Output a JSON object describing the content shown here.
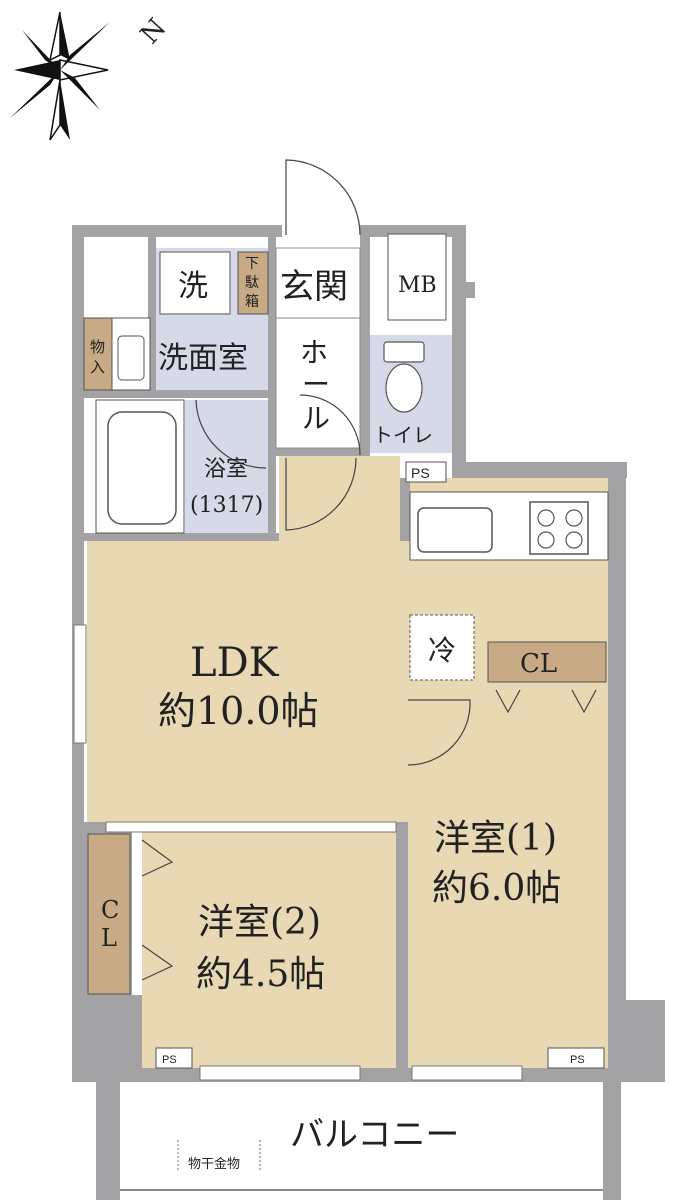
{
  "compass": {
    "label": "N"
  },
  "rooms": {
    "genkan": "玄関",
    "getabako": [
      "下",
      "駄",
      "箱"
    ],
    "sentakuki": "洗",
    "senmenshitsu": "洗面室",
    "monoire": [
      "物",
      "入"
    ],
    "hall": [
      "ホ",
      "ー",
      "ル"
    ],
    "mb": "MB",
    "toilet": "トイレ",
    "yokushitsu": "浴室",
    "yokushitsu_size": "(1317)",
    "ps_top": "PS",
    "ldk": "LDK",
    "ldk_size": "約10.0帖",
    "rei": "冷",
    "cl_right": "CL",
    "youshitsu1": "洋室(1)",
    "youshitsu1_size": "約6.0帖",
    "cl_left": [
      "C",
      "L"
    ],
    "youshitsu2": "洋室(2)",
    "youshitsu2_size": "約4.5帖",
    "ps_bottom_left": "PS",
    "ps_bottom_right": "PS",
    "balcony": "バルコニー",
    "monohoshi": "物干金物"
  },
  "colors": {
    "wall": "#a3a3a5",
    "floor_wood": "#e8d8b4",
    "floor_wet": "#d6dae8",
    "closet": "#c8aa86",
    "white": "#ffffff"
  }
}
